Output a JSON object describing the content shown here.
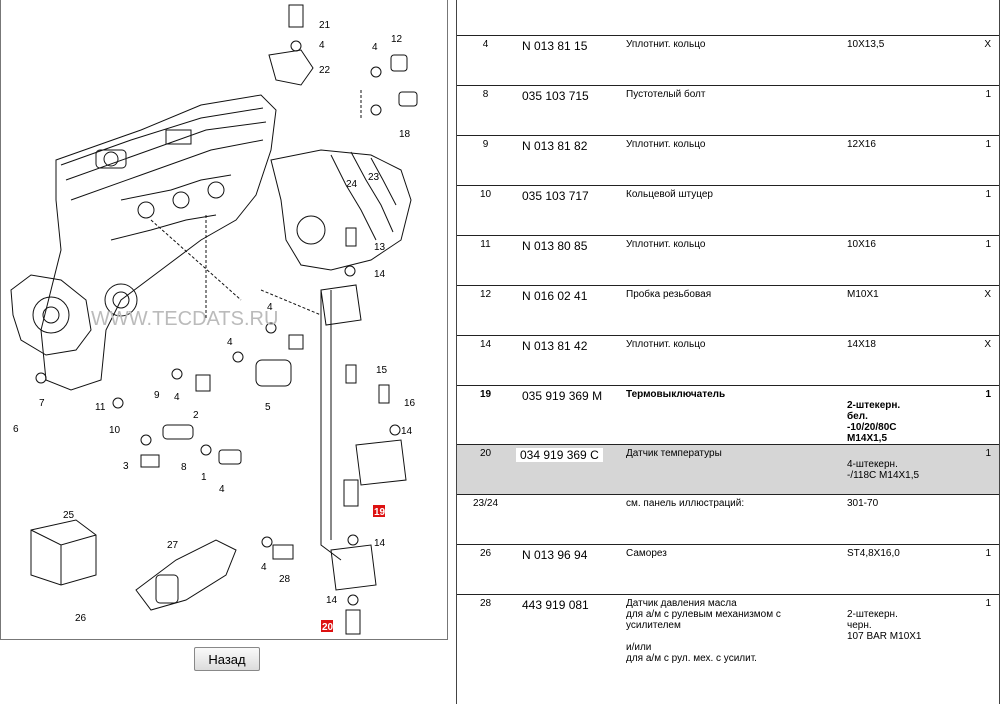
{
  "diagram": {
    "watermark": "WWW.TECDATS.RU",
    "callouts": [
      "21",
      "4",
      "22",
      "4",
      "12",
      "18",
      "24",
      "23",
      "13",
      "14",
      "4",
      "15",
      "16",
      "14",
      "19",
      "14",
      "20",
      "14",
      "4",
      "9",
      "4",
      "2",
      "11",
      "10",
      "8",
      "3",
      "1",
      "4",
      "5",
      "7",
      "6",
      "25",
      "27",
      "4",
      "28",
      "26"
    ]
  },
  "nav": {
    "back_label": "Назад"
  },
  "parts": [
    {
      "pos": "4",
      "number": "N 013 81 15",
      "name": "Уплотнит. кольцо",
      "note": [
        "10X13,5"
      ],
      "qty": "X",
      "bold": false,
      "selected": false
    },
    {
      "pos": "8",
      "number": "035 103 715",
      "name": "Пустотелый болт",
      "note": [],
      "qty": "1",
      "bold": false,
      "selected": false
    },
    {
      "pos": "9",
      "number": "N 013 81 82",
      "name": "Уплотнит. кольцо",
      "note": [
        "12X16"
      ],
      "qty": "1",
      "bold": false,
      "selected": false
    },
    {
      "pos": "10",
      "number": "035 103 717",
      "name": "Кольцевой штуцер",
      "note": [],
      "qty": "1",
      "bold": false,
      "selected": false
    },
    {
      "pos": "11",
      "number": "N 013 80 85",
      "name": "Уплотнит. кольцо",
      "note": [
        "10X16"
      ],
      "qty": "1",
      "bold": false,
      "selected": false
    },
    {
      "pos": "12",
      "number": "N 016 02 41",
      "name": "Пробка резьбовая",
      "note": [
        "M10X1"
      ],
      "qty": "X",
      "bold": false,
      "selected": false
    },
    {
      "pos": "14",
      "number": "N 013 81 42",
      "name": "Уплотнит. кольцо",
      "note": [
        "14X18"
      ],
      "qty": "X",
      "bold": false,
      "selected": false
    },
    {
      "pos": "19",
      "number": "035 919 369 M",
      "name": "Термовыключатель",
      "note": [
        "",
        "2-штекерн.",
        "бел.",
        "-10/20/80C",
        "M14X1,5"
      ],
      "qty": "1",
      "bold": true,
      "selected": false
    },
    {
      "pos": "20",
      "number": "034 919 369 C",
      "name": "Датчик температуры",
      "note": [
        "",
        "4-штекерн.",
        "-/118C M14X1,5"
      ],
      "qty": "1",
      "bold": false,
      "selected": true
    },
    {
      "pos": "23/24",
      "number": "",
      "name": "см. панель иллюстраций:",
      "note": [
        "301-70"
      ],
      "qty": "",
      "bold": false,
      "selected": false
    },
    {
      "pos": "26",
      "number": "N 013 96 94",
      "name": "Саморез",
      "note": [
        "ST4,8X16,0"
      ],
      "qty": "1",
      "bold": false,
      "selected": false
    },
    {
      "pos": "28",
      "number": "443 919 081",
      "name": "Датчик давления масла\nдля а/м с рулевым механизмом с\nусилителем\n\nи/или\nдля а/м с рул. мех. с усилит.",
      "note": [
        "",
        "2-штекерн.",
        "черн.",
        "107 BAR M10X1"
      ],
      "qty": "1",
      "bold": false,
      "selected": false
    }
  ]
}
